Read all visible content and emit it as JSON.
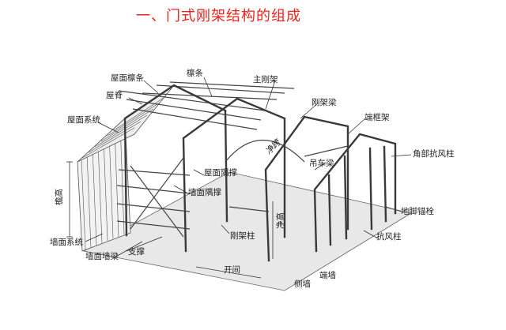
{
  "title": "一、门式刚架结构的组成",
  "labels": {
    "roof_purlin": "屋面檩条",
    "purlin": "檩条",
    "main_frame": "主刚架",
    "ridge": "屋脊",
    "frame_beam": "刚架梁",
    "roof_system": "屋面系统",
    "end_frame": "端框架",
    "corner_wind_column": "角部抗风柱",
    "roof_brace": "屋面隅撑",
    "crane_beam": "吊车梁",
    "clear_span": "净跨",
    "wall_brace": "墙面隅撑",
    "eave_height": "檐高",
    "clear_height": "净高",
    "anchor_bolt": "地脚锚栓",
    "frame_column": "刚架柱",
    "wall_system": "墙面系统",
    "wind_column": "抗风柱",
    "wall_girt": "墙面墙梁",
    "bracing": "支撑",
    "bay_spacing": "开间",
    "end_wall": "端墙",
    "side_wall": "侧墙"
  }
}
